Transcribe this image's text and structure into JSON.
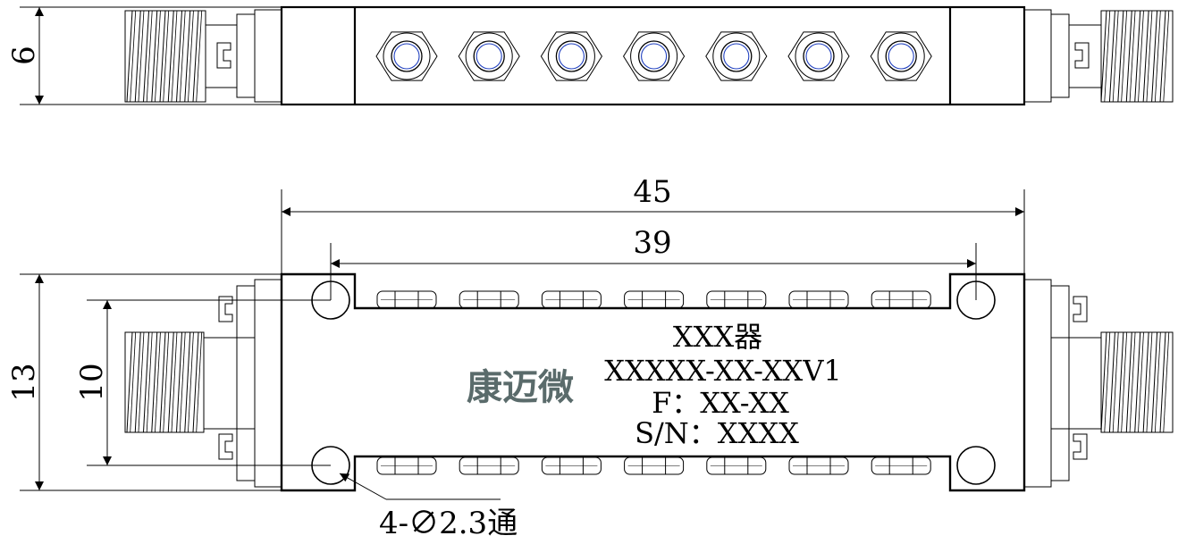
{
  "dimensions": {
    "top_height": "6",
    "overall_width": "45",
    "hole_spacing": "39",
    "overall_height": "13",
    "hole_vertical": "10",
    "hole_callout": "4-∅2.3通"
  },
  "label": {
    "line1": "XXX器",
    "line2": "XXXXX-XX-XXV1",
    "line3": "F：XX-XX",
    "line4": "S/N：XXXX"
  },
  "brand": "康迈微",
  "tuning_screws_per_row": 7,
  "colors": {
    "line": "#000000",
    "screw_inner": "#1f3fbf",
    "brand": "#5a6b6b"
  }
}
